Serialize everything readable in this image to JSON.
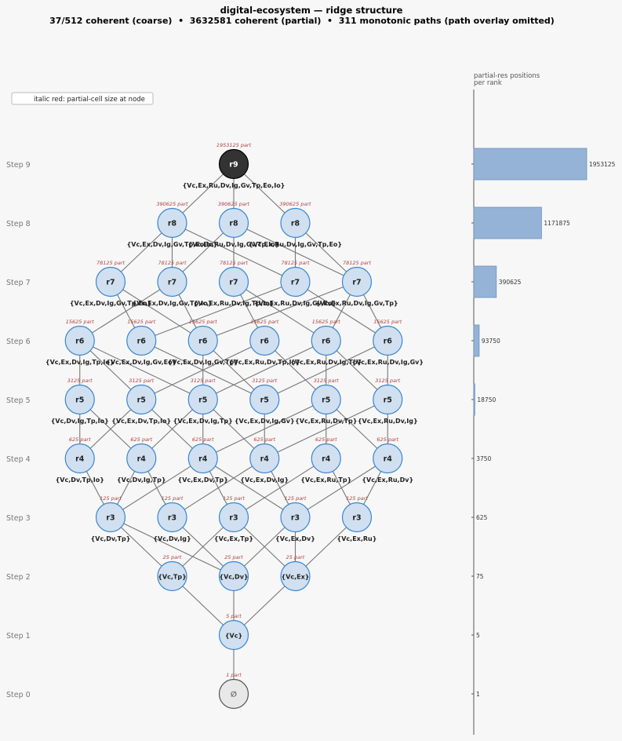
{
  "title": "digital-ecosystem — ridge structure",
  "subtitle": "37/512 coherent (coarse)  •  3632581 coherent (partial)  •  311 monotonic paths (path overlay omitted)",
  "legend": "italic red: partial-cell size at node",
  "side_panel": {
    "title_line1": "partial-res positions",
    "title_line2": "per rank",
    "bars": [
      {
        "step": 9,
        "label": "1953125",
        "value": 1953125
      },
      {
        "step": 8,
        "label": "1171875",
        "value": 1171875
      },
      {
        "step": 7,
        "label": "390625",
        "value": 390625
      },
      {
        "step": 6,
        "label": "93750",
        "value": 93750
      },
      {
        "step": 5,
        "label": "18750",
        "value": 18750
      },
      {
        "step": 4,
        "label": "3750",
        "value": 3750
      },
      {
        "step": 3,
        "label": "625",
        "value": 625
      },
      {
        "step": 2,
        "label": "75",
        "value": 75
      },
      {
        "step": 1,
        "label": "5",
        "value": 5
      },
      {
        "step": 0,
        "label": "1",
        "value": 1
      }
    ]
  },
  "steps": [
    "Step 0",
    "Step 1",
    "Step 2",
    "Step 3",
    "Step 4",
    "Step 5",
    "Step 6",
    "Step 7",
    "Step 8",
    "Step 9"
  ],
  "colors": {
    "node_fill": "#d0e0f0",
    "node_stroke": "#3a86d0",
    "top_fill": "#333333",
    "bottom_fill": "#e8e8e8",
    "edge": "#777777",
    "part": "#b04040",
    "bar": "#95b3d7",
    "bar_stroke": "#6b90bf"
  },
  "nodes": [
    {
      "id": "n0",
      "step": 0,
      "col": 3,
      "label": "∅",
      "part": "1 part",
      "caption": ""
    },
    {
      "id": "n1",
      "step": 1,
      "col": 3,
      "label": "{Vc}",
      "part": "5 part",
      "caption": ""
    },
    {
      "id": "n2a",
      "step": 2,
      "col": 2,
      "label": "{Vc,Tp}",
      "part": "25 part",
      "caption": ""
    },
    {
      "id": "n2b",
      "step": 2,
      "col": 3,
      "label": "{Vc,Dv}",
      "part": "25 part",
      "caption": ""
    },
    {
      "id": "n2c",
      "step": 2,
      "col": 4,
      "label": "{Vc,Ex}",
      "part": "25 part",
      "caption": ""
    },
    {
      "id": "n3a",
      "step": 3,
      "col": 1,
      "label": "r3",
      "part": "125 part",
      "caption": "{Vc,Dv,Tp}"
    },
    {
      "id": "n3b",
      "step": 3,
      "col": 2,
      "label": "r3",
      "part": "125 part",
      "caption": "{Vc,Dv,Ig}"
    },
    {
      "id": "n3c",
      "step": 3,
      "col": 3,
      "label": "r3",
      "part": "125 part",
      "caption": "{Vc,Ex,Tp}"
    },
    {
      "id": "n3d",
      "step": 3,
      "col": 4,
      "label": "r3",
      "part": "125 part",
      "caption": "{Vc,Ex,Dv}"
    },
    {
      "id": "n3e",
      "step": 3,
      "col": 5,
      "label": "r3",
      "part": "125 part",
      "caption": "{Vc,Ex,Ru}"
    },
    {
      "id": "n4a",
      "step": 4,
      "col": 0.5,
      "label": "r4",
      "part": "625 part",
      "caption": "{Vc,Dv,Tp,Io}"
    },
    {
      "id": "n4b",
      "step": 4,
      "col": 1.5,
      "label": "r4",
      "part": "625 part",
      "caption": "{Vc,Dv,Ig,Tp}"
    },
    {
      "id": "n4c",
      "step": 4,
      "col": 2.5,
      "label": "r4",
      "part": "625 part",
      "caption": "{Vc,Ex,Dv,Tp}"
    },
    {
      "id": "n4d",
      "step": 4,
      "col": 3.5,
      "label": "r4",
      "part": "625 part",
      "caption": "{Vc,Ex,Dv,Ig}"
    },
    {
      "id": "n4e",
      "step": 4,
      "col": 4.5,
      "label": "r4",
      "part": "625 part",
      "caption": "{Vc,Ex,Ru,Tp}"
    },
    {
      "id": "n4f",
      "step": 4,
      "col": 5.5,
      "label": "r4",
      "part": "625 part",
      "caption": "{Vc,Ex,Ru,Dv}"
    },
    {
      "id": "n5a",
      "step": 5,
      "col": 0.5,
      "label": "r5",
      "part": "3125 part",
      "caption": "{Vc,Dv,Ig,Tp,Io}"
    },
    {
      "id": "n5b",
      "step": 5,
      "col": 1.5,
      "label": "r5",
      "part": "3125 part",
      "caption": "{Vc,Ex,Dv,Tp,Io}"
    },
    {
      "id": "n5c",
      "step": 5,
      "col": 2.5,
      "label": "r5",
      "part": "3125 part",
      "caption": "{Vc,Ex,Dv,Ig,Tp}"
    },
    {
      "id": "n5d",
      "step": 5,
      "col": 3.5,
      "label": "r5",
      "part": "3125 part",
      "caption": "{Vc,Ex,Dv,Ig,Gv}"
    },
    {
      "id": "n5e",
      "step": 5,
      "col": 4.5,
      "label": "r5",
      "part": "3125 part",
      "caption": "{Vc,Ex,Ru,Dv,Tp}"
    },
    {
      "id": "n5f",
      "step": 5,
      "col": 5.5,
      "label": "r5",
      "part": "3125 part",
      "caption": "{Vc,Ex,Ru,Dv,Ig}"
    },
    {
      "id": "n6a",
      "step": 6,
      "col": 0.5,
      "label": "r6",
      "part": "15625 part",
      "caption": "{Vc,Ex,Dv,Ig,Tp,Io}"
    },
    {
      "id": "n6b",
      "step": 6,
      "col": 1.5,
      "label": "r6",
      "part": "15625 part",
      "caption": "{Vc,Ex,Dv,Ig,Gv,Eo}"
    },
    {
      "id": "n6c",
      "step": 6,
      "col": 2.5,
      "label": "r6",
      "part": "15625 part",
      "caption": "{Vc,Ex,Dv,Ig,Gv,Tp}"
    },
    {
      "id": "n6d",
      "step": 6,
      "col": 3.5,
      "label": "r6",
      "part": "15625 part",
      "caption": "{Vc,Ex,Ru,Dv,Tp,Io}"
    },
    {
      "id": "n6e",
      "step": 6,
      "col": 4.5,
      "label": "r6",
      "part": "15625 part",
      "caption": "{Vc,Ex,Ru,Dv,Ig,Tp}"
    },
    {
      "id": "n6f",
      "step": 6,
      "col": 5.5,
      "label": "r6",
      "part": "15625 part",
      "caption": "{Vc,Ex,Ru,Dv,Ig,Gv}"
    },
    {
      "id": "n7a",
      "step": 7,
      "col": 1,
      "label": "r7",
      "part": "78125 part",
      "caption": "{Vc,Ex,Dv,Ig,Gv,Tp,Eo}"
    },
    {
      "id": "n7b",
      "step": 7,
      "col": 2,
      "label": "r7",
      "part": "78125 part",
      "caption": "{Vc,Ex,Dv,Ig,Gv,Tp,Io}"
    },
    {
      "id": "n7c",
      "step": 7,
      "col": 3,
      "label": "r7",
      "part": "78125 part",
      "caption": "{Vc,Ex,Ru,Dv,Ig,Tp,Io}"
    },
    {
      "id": "n7d",
      "step": 7,
      "col": 4,
      "label": "r7",
      "part": "78125 part",
      "caption": "{Vc,Ex,Ru,Dv,Ig,Gv,Eo}"
    },
    {
      "id": "n7e",
      "step": 7,
      "col": 5,
      "label": "r7",
      "part": "78125 part",
      "caption": "{Vc,Ex,Ru,Dv,Ig,Gv,Tp}"
    },
    {
      "id": "n8a",
      "step": 8,
      "col": 2,
      "label": "r8",
      "part": "390625 part",
      "caption": "{Vc,Ex,Dv,Ig,Gv,Tp,Eo,Io}"
    },
    {
      "id": "n8b",
      "step": 8,
      "col": 3,
      "label": "r8",
      "part": "390625 part",
      "caption": "{Vc,Ex,Ru,Dv,Ig,Gv,Tp,Io}"
    },
    {
      "id": "n8c",
      "step": 8,
      "col": 4,
      "label": "r8",
      "part": "390625 part",
      "caption": "{Vc,Ex,Ru,Dv,Ig,Gv,Tp,Eo}"
    },
    {
      "id": "n9",
      "step": 9,
      "col": 3,
      "label": "r9",
      "part": "1953125 part",
      "caption": "{Vc,Ex,Ru,Dv,Ig,Gv,Tp,Eo,Io}"
    }
  ],
  "edges": [
    [
      "n0",
      "n1"
    ],
    [
      "n1",
      "n2a"
    ],
    [
      "n1",
      "n2b"
    ],
    [
      "n1",
      "n2c"
    ],
    [
      "n2a",
      "n3a"
    ],
    [
      "n2a",
      "n3c"
    ],
    [
      "n2b",
      "n3a"
    ],
    [
      "n2b",
      "n3b"
    ],
    [
      "n2b",
      "n3d"
    ],
    [
      "n2c",
      "n3c"
    ],
    [
      "n2c",
      "n3d"
    ],
    [
      "n2c",
      "n3e"
    ],
    [
      "n3a",
      "n4a"
    ],
    [
      "n3a",
      "n4b"
    ],
    [
      "n3a",
      "n4c"
    ],
    [
      "n3b",
      "n4b"
    ],
    [
      "n3b",
      "n4d"
    ],
    [
      "n3c",
      "n4c"
    ],
    [
      "n3c",
      "n4e"
    ],
    [
      "n3d",
      "n4c"
    ],
    [
      "n3d",
      "n4d"
    ],
    [
      "n3d",
      "n4f"
    ],
    [
      "n3e",
      "n4e"
    ],
    [
      "n3e",
      "n4f"
    ],
    [
      "n4a",
      "n5a"
    ],
    [
      "n4a",
      "n5b"
    ],
    [
      "n4b",
      "n5a"
    ],
    [
      "n4b",
      "n5c"
    ],
    [
      "n4c",
      "n5b"
    ],
    [
      "n4c",
      "n5c"
    ],
    [
      "n4c",
      "n5e"
    ],
    [
      "n4d",
      "n5c"
    ],
    [
      "n4d",
      "n5d"
    ],
    [
      "n4d",
      "n5f"
    ],
    [
      "n4e",
      "n5e"
    ],
    [
      "n4f",
      "n5e"
    ],
    [
      "n4f",
      "n5f"
    ],
    [
      "n5a",
      "n6a"
    ],
    [
      "n5b",
      "n6a"
    ],
    [
      "n5b",
      "n6d"
    ],
    [
      "n5c",
      "n6a"
    ],
    [
      "n5c",
      "n6c"
    ],
    [
      "n5c",
      "n6e"
    ],
    [
      "n5d",
      "n6b"
    ],
    [
      "n5d",
      "n6c"
    ],
    [
      "n5d",
      "n6f"
    ],
    [
      "n5e",
      "n6d"
    ],
    [
      "n5e",
      "n6e"
    ],
    [
      "n5f",
      "n6e"
    ],
    [
      "n5f",
      "n6f"
    ],
    [
      "n6a",
      "n7b"
    ],
    [
      "n6b",
      "n7a"
    ],
    [
      "n6b",
      "n7d"
    ],
    [
      "n6c",
      "n7a"
    ],
    [
      "n6c",
      "n7b"
    ],
    [
      "n6c",
      "n7e"
    ],
    [
      "n6d",
      "n7c"
    ],
    [
      "n6e",
      "n7c"
    ],
    [
      "n6e",
      "n7e"
    ],
    [
      "n6f",
      "n7d"
    ],
    [
      "n6f",
      "n7e"
    ],
    [
      "n7a",
      "n8a"
    ],
    [
      "n7b",
      "n8a"
    ],
    [
      "n7b",
      "n8b"
    ],
    [
      "n7c",
      "n8b"
    ],
    [
      "n7d",
      "n8a"
    ],
    [
      "n7d",
      "n8c"
    ],
    [
      "n7e",
      "n8b"
    ],
    [
      "n7e",
      "n8c"
    ],
    [
      "n8a",
      "n9"
    ],
    [
      "n8b",
      "n9"
    ],
    [
      "n8c",
      "n9"
    ]
  ]
}
